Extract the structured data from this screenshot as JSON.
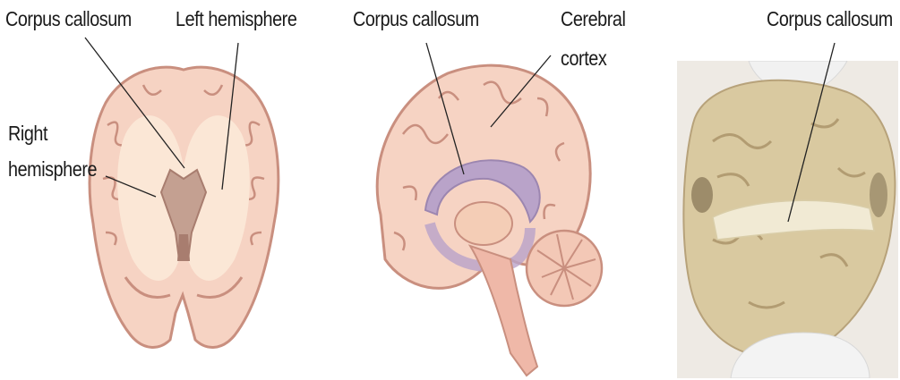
{
  "panels": {
    "coronal": {
      "labels": {
        "corpus_callosum": "Corpus callosum",
        "left_hemisphere": "Left hemisphere",
        "right_hemisphere_line1": "Right",
        "right_hemisphere_line2": "hemisphere"
      }
    },
    "sagittal": {
      "labels": {
        "corpus_callosum": "Corpus callosum",
        "cerebral_cortex_line1": "Cerebral",
        "cerebral_cortex_line2": "cortex"
      }
    },
    "photo": {
      "labels": {
        "corpus_callosum": "Corpus callosum"
      }
    }
  },
  "colors": {
    "brain_outline": "#c98f7f",
    "brain_fill": "#f6d3c3",
    "white_matter": "#fbe7d6",
    "ventricle": "#a87d6f",
    "corpus_callosum_purple": "#b9a3c9",
    "photo_tissue": "#d9c9a0"
  }
}
